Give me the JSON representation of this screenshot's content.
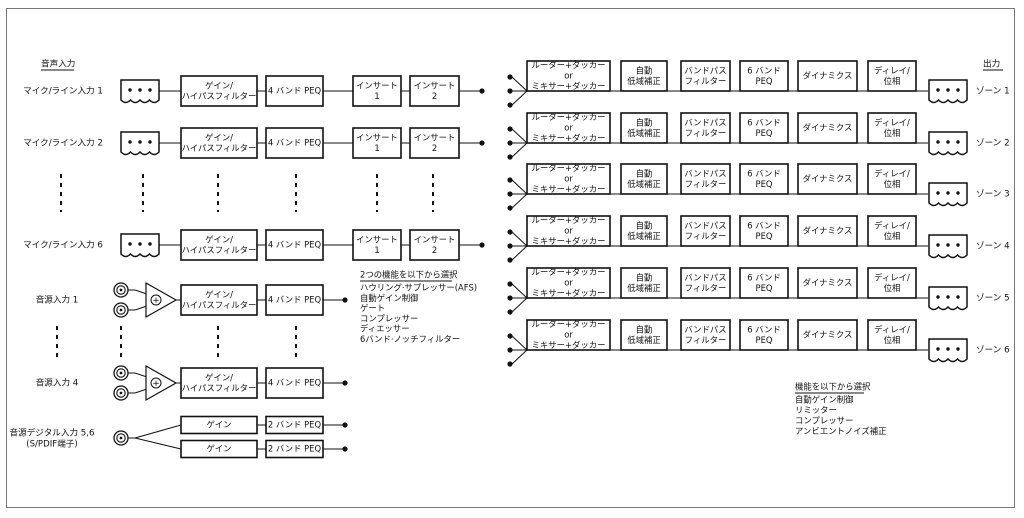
{
  "section_labels": {
    "input": "音声入力",
    "output": "出力"
  },
  "inputs": {
    "mic1": "マイク/ライン入力 1",
    "mic2": "マイク/ライン入力 2",
    "mic6": "マイク/ライン入力 6",
    "src1": "音源入力 1",
    "src4": "音源入力 4",
    "digital_line1": "音源デジタル入力 5,6",
    "digital_line2": "(S/PDIF端子)"
  },
  "blocks": {
    "gain_hpf_line1": "ゲイン/",
    "gain_hpf_line2": "ハイパスフィルター",
    "peq4": "4 バンド PEQ",
    "peq2": "2 バンド PEQ",
    "gain": "ゲイン",
    "insert1_line1": "インサート",
    "insert1_line2": "1",
    "insert2_line1": "インサート",
    "insert2_line2": "2",
    "router_line1": "ルーター+ダッカー",
    "router_line2": "or",
    "router_line3": "ミキサー+ダッカー",
    "auto_eq_line1": "自動",
    "auto_eq_line2": "低域補正",
    "bpf_line1": "バンドパス",
    "bpf_line2": "フィルター",
    "peq6_line1": "6 バンド",
    "peq6_line2": "PEQ",
    "dynamics": "ダイナミクス",
    "delay_line1": "ディレイ/",
    "delay_line2": "位相",
    "sum_symbol": "+"
  },
  "zones": [
    "ゾーン 1",
    "ゾーン 2",
    "ゾーン 3",
    "ゾーン 4",
    "ゾーン 5",
    "ゾーン 6"
  ],
  "notes": {
    "insert_title": "2つの機能を以下から選択",
    "insert_items": [
      "ハウリング·サプレッサー(AFS)",
      "自動ゲイン制御",
      "ゲート",
      "コンプレッサー",
      "ディエッサー",
      "6バンド·ノッチフィルター"
    ],
    "dynamics_title": "機能を以下から選択",
    "dynamics_items": [
      "自動ゲイン制御",
      "リミッター",
      "コンプレッサー",
      "アンビエントノイズ補正"
    ]
  }
}
